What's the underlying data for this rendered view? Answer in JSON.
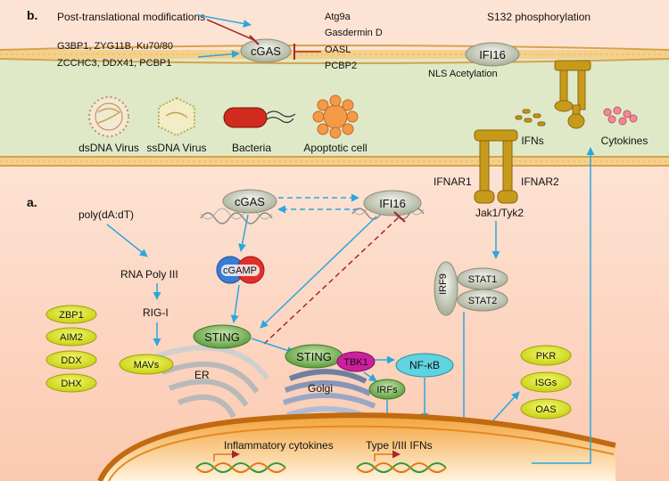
{
  "panel_b": {
    "label": "b.",
    "ptm": "Post-translational modifications",
    "activators": [
      "G3BP1, ZYG11B, Ku70/80",
      "ZCCHC3, DDX41, PCBP1"
    ],
    "cgas": "cGAS",
    "inhibitors": [
      "Atg9a",
      "Gasdermin D",
      "OASL",
      "PCBP2"
    ],
    "ifi16": "IFI16",
    "s132": "S132 phosphorylation",
    "nls": "NLS Acetylation"
  },
  "pathogens": {
    "dsdna": "dsDNA Virus",
    "ssdna": "ssDNA Virus",
    "bacteria": "Bacteria",
    "apoptotic": "Apoptotic cell",
    "ifns": "IFNs",
    "cytokines": "Cytokines"
  },
  "panel_a": {
    "label": "a.",
    "polydadt": "poly(dA:dT)",
    "rnapol": "RNA Poly III",
    "rigi": "RIG-I",
    "mavs": "MAVs",
    "cgas": "cGAS",
    "ifi16": "IFI16",
    "cgamp": "cGAMP",
    "sting_er": "STING",
    "er": "ER",
    "sting_golgi": "STING",
    "golgi": "Golgi",
    "tbk1": "TBK1",
    "nfkb": "NF-κB",
    "irfs": "IRFs",
    "sensors": [
      "ZBP1",
      "AIM2",
      "DDX",
      "DHX"
    ],
    "ifnar1": "IFNAR1",
    "ifnar2": "IFNAR2",
    "jak": "Jak1/Tyk2",
    "irf9": "IRF9",
    "stat1": "STAT1",
    "stat2": "STAT2",
    "isg_group": [
      "PKR",
      "ISGs",
      "OAS"
    ],
    "inflammatory": "Inflammatory cytokines",
    "typeifn": "Type I/III IFNs"
  },
  "colors": {
    "arrow": "#2aa7df",
    "inhibit": "#a3282a",
    "membrane": "#e9c27a",
    "receptor": "#c89a1a",
    "sensor_fill": "#dde81a",
    "sting_fill": "#6aa84f",
    "tbk1_fill": "#cc1f9e",
    "nfkb_fill": "#5fd3e0"
  }
}
